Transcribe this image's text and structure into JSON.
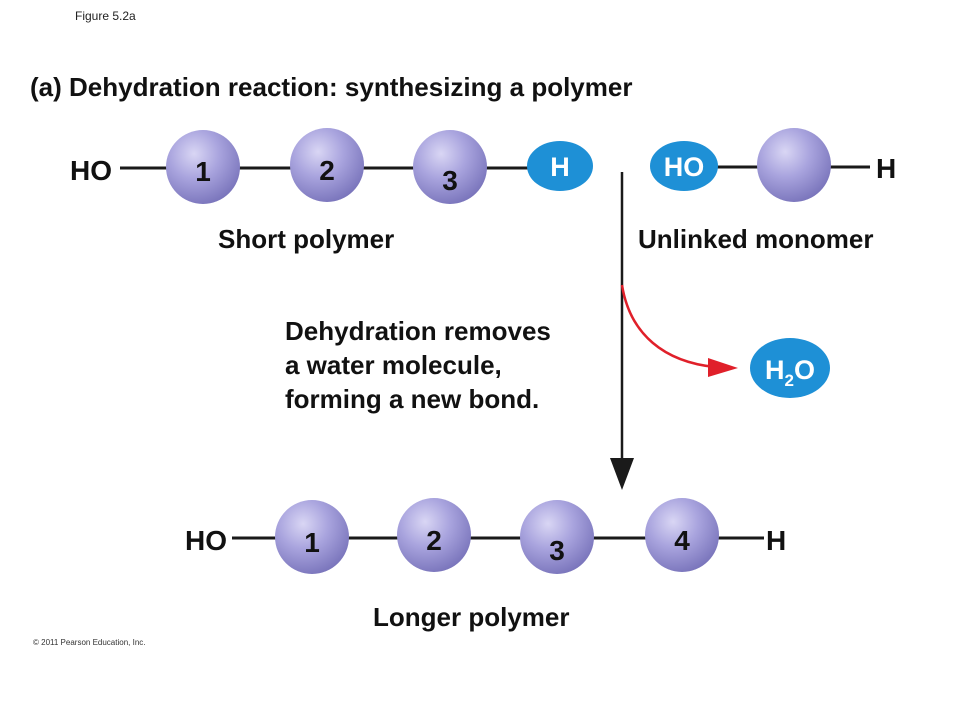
{
  "figure_label": "Figure 5.2a",
  "title": "(a) Dehydration reaction: synthesizing a polymer",
  "short_polymer": {
    "left_group": "HO",
    "monomers": [
      "1",
      "2",
      "3"
    ],
    "right_group": "H",
    "label": "Short polymer"
  },
  "unlinked_monomer": {
    "left_group": "HO",
    "right_group": "H",
    "label": "Unlinked monomer"
  },
  "reaction_text": [
    "Dehydration removes",
    "a water molecule,",
    "forming a new bond."
  ],
  "water": {
    "main": "H",
    "subscript": "2",
    "tail": "O"
  },
  "longer_polymer": {
    "left_group": "HO",
    "monomers": [
      "1",
      "2",
      "3",
      "4"
    ],
    "right_group": "H",
    "label": "Longer polymer"
  },
  "copyright": "© 2011 Pearson Education, Inc.",
  "colors": {
    "monomer_fill": "#9d98d6",
    "highlight_fill": "#1e90d6",
    "arrow_red": "#e0202a",
    "line": "#1a1a1a"
  }
}
